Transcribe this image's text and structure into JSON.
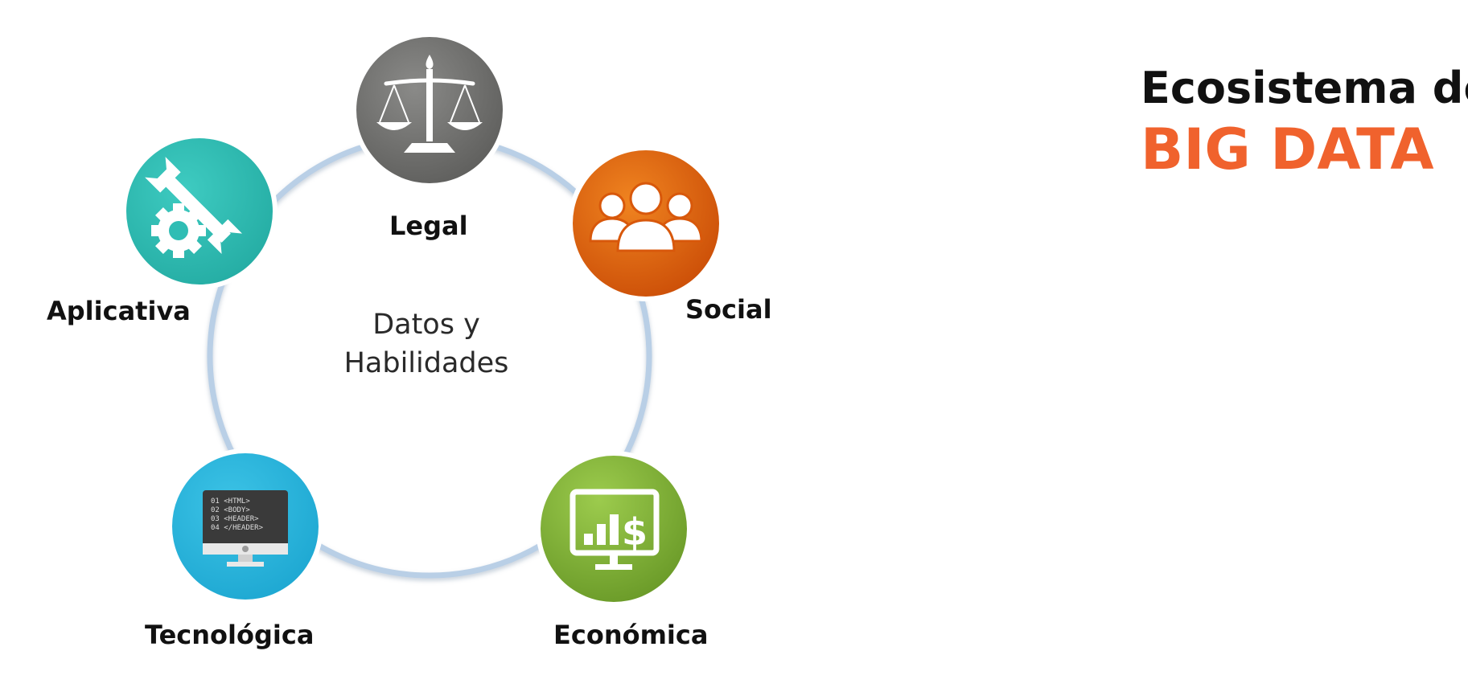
{
  "title": {
    "line1": "Ecosistema de",
    "line2": "BIG DATA"
  },
  "center": {
    "line1": "Datos y",
    "line2": "Habilidades"
  },
  "nodes": [
    {
      "id": "legal",
      "label": "Legal",
      "icon": "scales-icon",
      "color": "#6e6e6c"
    },
    {
      "id": "social",
      "label": "Social",
      "icon": "people-group-icon",
      "color": "#e0620e"
    },
    {
      "id": "economica",
      "label": "Económica",
      "icon": "financial-monitor-icon",
      "color": "#7fae33"
    },
    {
      "id": "tecnologica",
      "label": "Tecnológica",
      "icon": "code-monitor-icon",
      "color": "#25b4dc"
    },
    {
      "id": "aplicativa",
      "label": "Aplicativa",
      "icon": "wrench-gear-icon",
      "color": "#2fbdb4"
    }
  ],
  "code_lines": [
    "01 <HTML>",
    "02 <BODY>",
    "03 <HEADER>",
    "04 </HEADER>"
  ],
  "colors": {
    "ring": "#b9cfe6",
    "title_accent": "#f0622d"
  }
}
